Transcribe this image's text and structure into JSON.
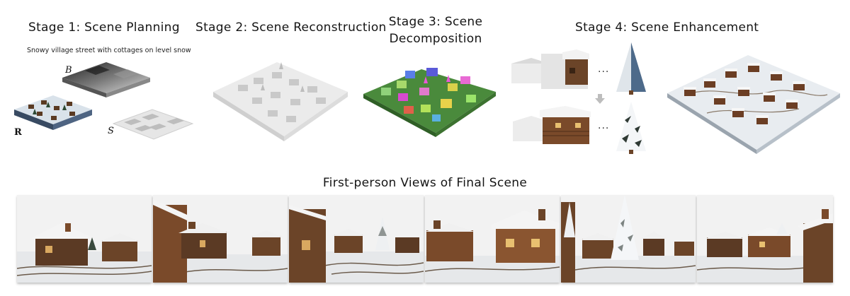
{
  "stages": [
    {
      "title": "Stage 1: Scene Planning",
      "prompt": "Snowy village street with cottages on level snow"
    },
    {
      "title": "Stage 2: Scene Reconstruction"
    },
    {
      "title_line1": "Stage 3: Scene",
      "title_line2": "Decomposition"
    },
    {
      "title": "Stage 4: Scene Enhancement"
    }
  ],
  "labels": {
    "B": "B",
    "S": "S",
    "R": "R"
  },
  "ellipsis": "...",
  "section_title": "First-person Views of Final Scene",
  "icons": [
    "down-arrow-icon"
  ],
  "colors": {
    "snow": "#e8ecf0",
    "grass": "#4a8a3c",
    "wood": "#6b4428"
  }
}
